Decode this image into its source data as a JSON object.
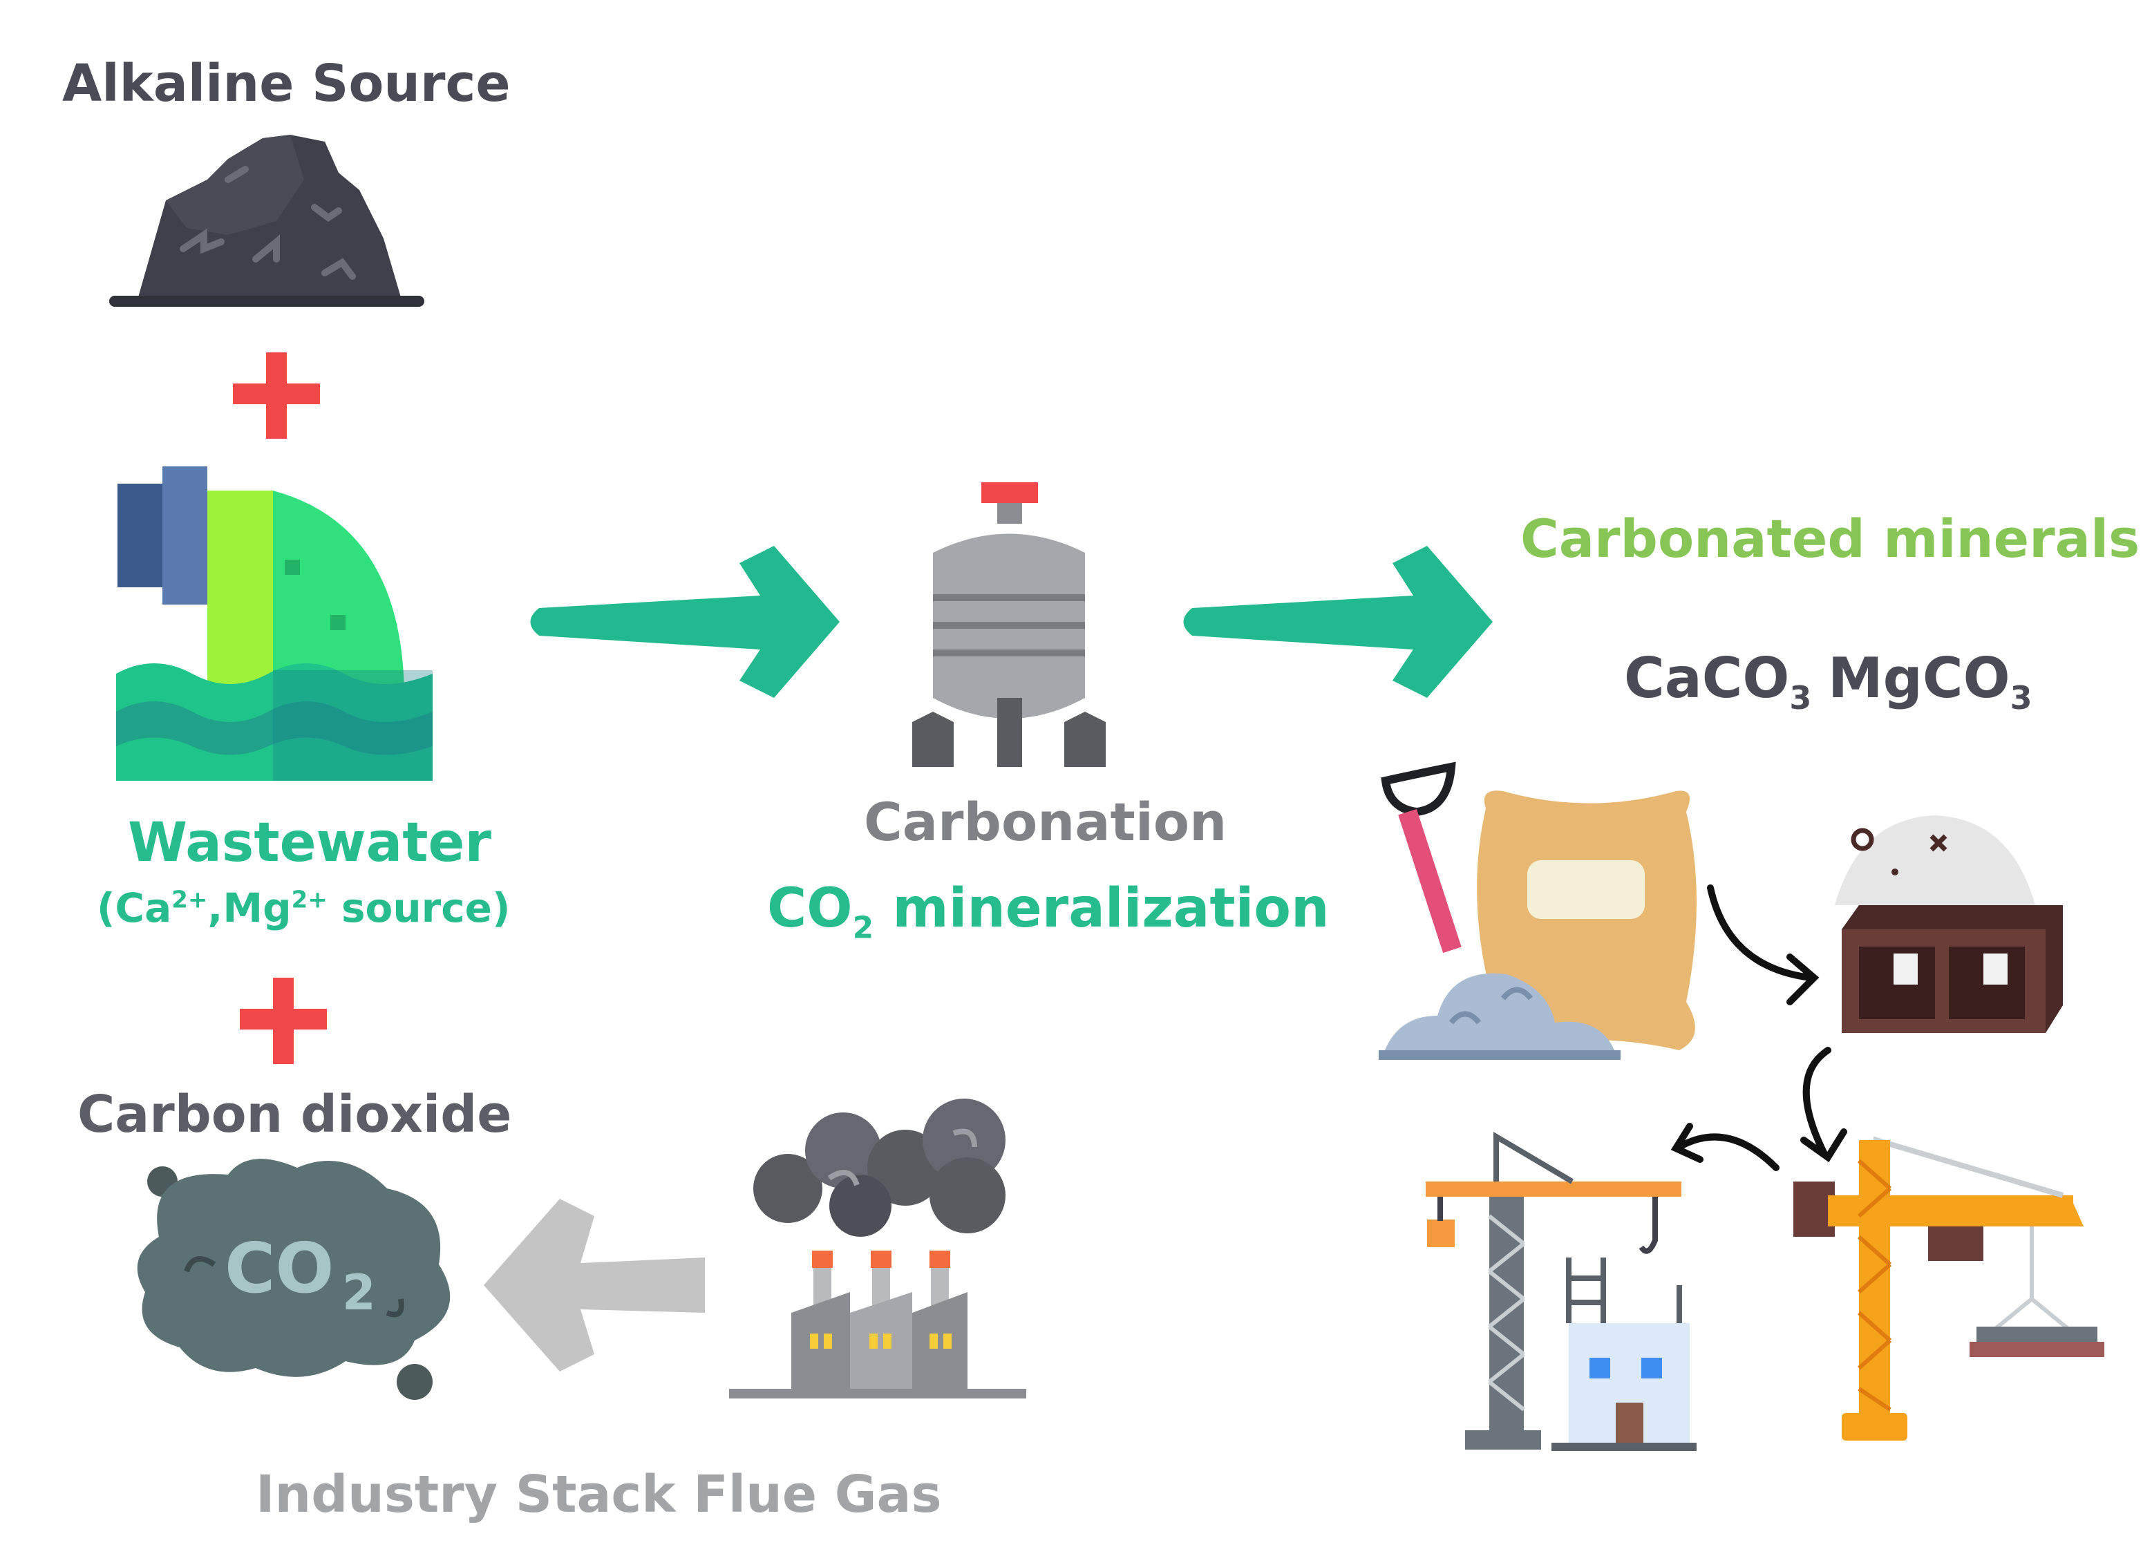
{
  "labels": {
    "alkaline": "Alkaline Source",
    "wastewater": "Wastewater",
    "source_open": "(Ca",
    "ca_charge": "2+",
    "source_mid": ",Mg",
    "mg_charge": "2+",
    "source_close": " source)",
    "carbon_dioxide": "Carbon dioxide",
    "carbonation": "Carbonation",
    "co": "CO",
    "co_sub": "2",
    "mineralization": " mineralization",
    "carbonated": "Carbonated minerals",
    "caco": "CaCO",
    "caco_sub": "3",
    "mgco": "MgCO",
    "mgco_sub": "3",
    "flue_gas": "Industry Stack Flue Gas",
    "cloud_text": "CO",
    "cloud_sub": "2"
  },
  "colors": {
    "arrow_green": "#22b98e",
    "plus_red": "#f04848",
    "grey_arrow": "#c4c4c4",
    "rock": "#3f404c",
    "pipe_green": "#2fe07c",
    "water": "#1fa289"
  }
}
